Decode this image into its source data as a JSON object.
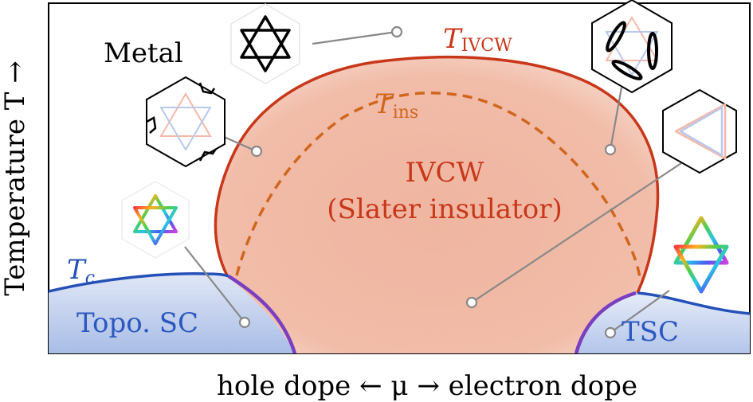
{
  "axes": {
    "y_label": "Temperature T →",
    "x_label": "hole dope ← μ → electron dope"
  },
  "regions": {
    "metal": "Metal",
    "ivcw": "IVCW",
    "ivcw_sub": "(Slater insulator)",
    "topo_sc": "Topo. SC",
    "tsc": "TSC"
  },
  "curves": {
    "t_ivcw_main": "T",
    "t_ivcw_sub": "IVCW",
    "t_ins_main": "T",
    "t_ins_sub": "ins",
    "tc_main": "T",
    "tc_sub": "c"
  },
  "colors": {
    "ivcw_line": "#c8371a",
    "ivcw_fill": "#f0a890",
    "tins_line": "#d0661e",
    "tc_line": "#2450b8",
    "sc_fill": "#8fa9dd",
    "purple": "#7a3fc0",
    "leader": "#888888",
    "text_ivcw": "#c8371a",
    "text_sc": "#2b58c0"
  },
  "insets": [
    {
      "name": "fermi-surface-star-inset",
      "kind": "star"
    },
    {
      "name": "fermi-surface-pockets-inset",
      "kind": "pockets"
    },
    {
      "name": "fermi-surface-ellipses-inset",
      "kind": "ellipses"
    },
    {
      "name": "fermi-surface-faint-inset",
      "kind": "faint"
    },
    {
      "name": "rainbow-star-inset-left",
      "kind": "rainbow-star"
    },
    {
      "name": "rainbow-triangle-inset-right",
      "kind": "rainbow-triangle"
    }
  ]
}
